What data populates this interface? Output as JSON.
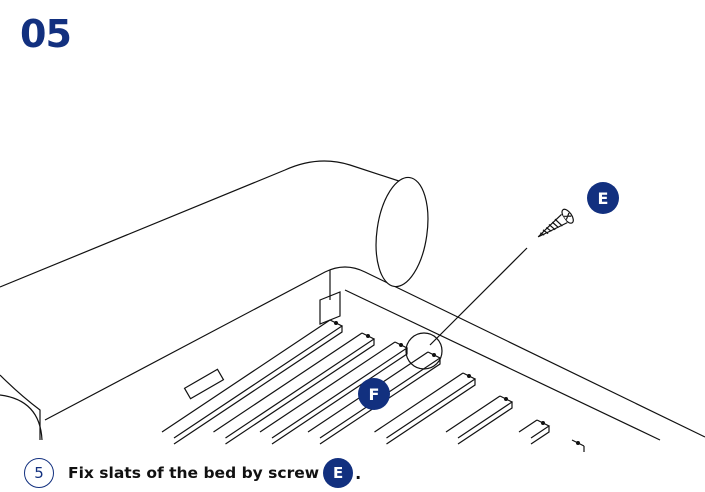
{
  "step": {
    "number": "05"
  },
  "callouts": {
    "screw": "E",
    "slat": "F"
  },
  "instruction": {
    "substep": "5",
    "text": "Fix slats of the bed by screw",
    "part": "E",
    "suffix": "."
  },
  "colors": {
    "brand": "#12307f"
  }
}
